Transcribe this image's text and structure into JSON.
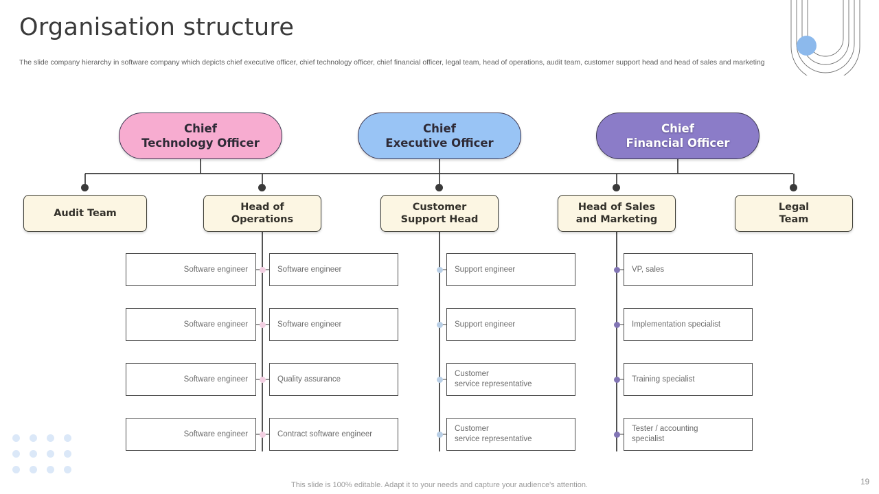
{
  "header": {
    "title": "Organisation structure",
    "subtitle": "The slide company hierarchy in software company which depicts chief executive  officer, chief technology officer,  chief financial officer, legal team, head of operations, audit team, customer support head and head of sales and marketing"
  },
  "footer": {
    "note": "This slide is 100% editable. Adapt it to your needs and capture your audience's attention.",
    "page_number": "19"
  },
  "colors": {
    "cto_fill": "#f7acd0",
    "ceo_fill": "#99c4f5",
    "cfo_fill": "#8b7cc8",
    "department_fill": "#fcf6e3",
    "leaf_fill": "#ffffff",
    "connector": "#3a3a3a",
    "accent_blue_dot": "#8cb9ec",
    "grid_dot": "#dbe8f8",
    "nub_pink": "#f3cfe2",
    "nub_blue": "#b9cfe6",
    "nub_purple": "#8275b5"
  },
  "chart_data": {
    "type": "diagram",
    "title": "Organisation structure",
    "executives": [
      {
        "id": "cto",
        "line1": "Chief",
        "line2": "Technology Officer",
        "fill": "#f7acd0"
      },
      {
        "id": "ceo",
        "line1": "Chief",
        "line2": "Executive Officer",
        "fill": "#99c4f5"
      },
      {
        "id": "cfo",
        "line1": "Chief",
        "line2": "Financial Officer",
        "fill": "#8b7cc8"
      }
    ],
    "departments": [
      {
        "id": "audit",
        "line1": "Audit Team",
        "line2": ""
      },
      {
        "id": "operations",
        "line1": "Head of",
        "line2": "Operations"
      },
      {
        "id": "support",
        "line1": "Customer",
        "line2": "Support Head"
      },
      {
        "id": "sales",
        "line1": "Head of Sales",
        "line2": "and Marketing"
      },
      {
        "id": "legal",
        "line1": "Legal",
        "line2": "Team"
      }
    ],
    "columns": [
      {
        "id": "engineering-left",
        "align": "right",
        "nub_color": "pink",
        "items": [
          {
            "line1": "Software  engineer",
            "line2": ""
          },
          {
            "line1": "Software  engineer",
            "line2": ""
          },
          {
            "line1": "Software  engineer",
            "line2": ""
          },
          {
            "line1": "Software  engineer",
            "line2": ""
          }
        ]
      },
      {
        "id": "engineering-right",
        "align": "left",
        "nub_color": "pink",
        "items": [
          {
            "line1": "Software  engineer",
            "line2": ""
          },
          {
            "line1": "Software  engineer",
            "line2": ""
          },
          {
            "line1": "Quality assurance",
            "line2": ""
          },
          {
            "line1": "Contract software  engineer",
            "line2": ""
          }
        ]
      },
      {
        "id": "support",
        "align": "left",
        "nub_color": "blue",
        "items": [
          {
            "line1": "Support  engineer",
            "line2": ""
          },
          {
            "line1": "Support  engineer",
            "line2": ""
          },
          {
            "line1": "Customer",
            "line2": "service  representative"
          },
          {
            "line1": "Customer",
            "line2": "service  representative"
          }
        ]
      },
      {
        "id": "sales",
        "align": "left",
        "nub_color": "purple",
        "items": [
          {
            "line1": "VP, sales",
            "line2": ""
          },
          {
            "line1": "Implementation  specialist",
            "line2": ""
          },
          {
            "line1": "Training  specialist",
            "line2": ""
          },
          {
            "line1": "Tester / accounting",
            "line2": "specialist"
          }
        ]
      }
    ]
  }
}
